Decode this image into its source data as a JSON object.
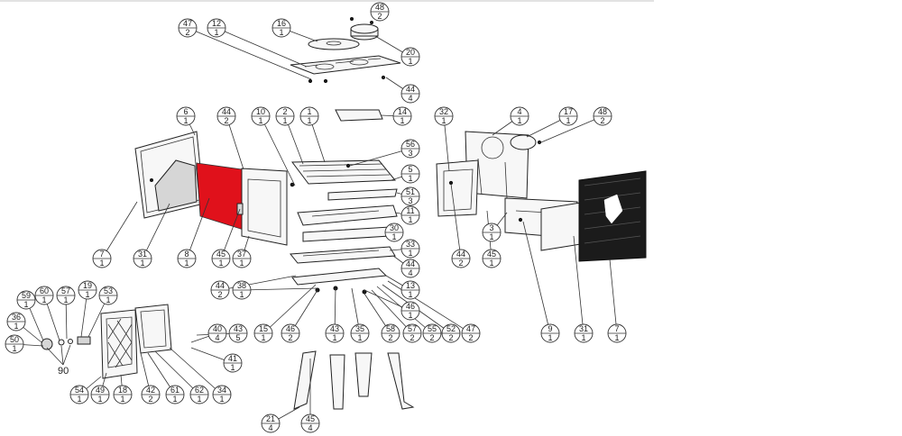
{
  "diagram": {
    "highlight_color": "#e0111b",
    "line_color": "#333333",
    "callouts": [
      {
        "id": "p48a",
        "part": "48",
        "qty": "2"
      },
      {
        "id": "p47a",
        "part": "47",
        "qty": "2"
      },
      {
        "id": "p12",
        "part": "12",
        "qty": "1"
      },
      {
        "id": "p16",
        "part": "16",
        "qty": "1"
      },
      {
        "id": "p20",
        "part": "20",
        "qty": "1"
      },
      {
        "id": "p44a",
        "part": "44",
        "qty": "4"
      },
      {
        "id": "p6",
        "part": "6",
        "qty": "1"
      },
      {
        "id": "p44b",
        "part": "44",
        "qty": "2"
      },
      {
        "id": "p10",
        "part": "10",
        "qty": "1"
      },
      {
        "id": "p2",
        "part": "2",
        "qty": "1"
      },
      {
        "id": "p1",
        "part": "1",
        "qty": "1"
      },
      {
        "id": "p14",
        "part": "14",
        "qty": "1"
      },
      {
        "id": "p56",
        "part": "56",
        "qty": "3"
      },
      {
        "id": "p5",
        "part": "5",
        "qty": "1"
      },
      {
        "id": "p51",
        "part": "51",
        "qty": "3"
      },
      {
        "id": "p11",
        "part": "11",
        "qty": "1"
      },
      {
        "id": "p30",
        "part": "30",
        "qty": "1"
      },
      {
        "id": "p33",
        "part": "33",
        "qty": "1"
      },
      {
        "id": "p44c",
        "part": "44",
        "qty": "4"
      },
      {
        "id": "p13",
        "part": "13",
        "qty": "1"
      },
      {
        "id": "p46a",
        "part": "46",
        "qty": "1"
      },
      {
        "id": "p7a",
        "part": "7",
        "qty": "1"
      },
      {
        "id": "p31a",
        "part": "31",
        "qty": "1"
      },
      {
        "id": "p8",
        "part": "8",
        "qty": "1"
      },
      {
        "id": "p45a",
        "part": "45",
        "qty": "1"
      },
      {
        "id": "p37",
        "part": "37",
        "qty": "1"
      },
      {
        "id": "p44d",
        "part": "44",
        "qty": "2"
      },
      {
        "id": "p38",
        "part": "38",
        "qty": "1"
      },
      {
        "id": "p15",
        "part": "15",
        "qty": "1"
      },
      {
        "id": "p46b",
        "part": "46",
        "qty": "2"
      },
      {
        "id": "p43a",
        "part": "43",
        "qty": "1"
      },
      {
        "id": "p35",
        "part": "35",
        "qty": "1"
      },
      {
        "id": "p58",
        "part": "58",
        "qty": "2"
      },
      {
        "id": "p57a",
        "part": "57",
        "qty": "2"
      },
      {
        "id": "p55",
        "part": "55",
        "qty": "2"
      },
      {
        "id": "p52",
        "part": "52",
        "qty": "2"
      },
      {
        "id": "p47b",
        "part": "47",
        "qty": "2"
      },
      {
        "id": "p32",
        "part": "32",
        "qty": "1"
      },
      {
        "id": "p4",
        "part": "4",
        "qty": "1"
      },
      {
        "id": "p17",
        "part": "17",
        "qty": "1"
      },
      {
        "id": "p48b",
        "part": "48",
        "qty": "2"
      },
      {
        "id": "p44e",
        "part": "44",
        "qty": "2"
      },
      {
        "id": "p3",
        "part": "3",
        "qty": "1"
      },
      {
        "id": "p45b",
        "part": "45",
        "qty": "1"
      },
      {
        "id": "p9",
        "part": "9",
        "qty": "1"
      },
      {
        "id": "p31b",
        "part": "31",
        "qty": "1"
      },
      {
        "id": "p7b",
        "part": "7",
        "qty": "1"
      },
      {
        "id": "p60",
        "part": "60",
        "qty": "1"
      },
      {
        "id": "p57b",
        "part": "57",
        "qty": "1"
      },
      {
        "id": "p19",
        "part": "19",
        "qty": "1"
      },
      {
        "id": "p53",
        "part": "53",
        "qty": "1"
      },
      {
        "id": "p59",
        "part": "59",
        "qty": "1"
      },
      {
        "id": "p36",
        "part": "36",
        "qty": "1"
      },
      {
        "id": "p50",
        "part": "50",
        "qty": "1"
      },
      {
        "id": "p40",
        "part": "40",
        "qty": "4"
      },
      {
        "id": "p43b",
        "part": "43",
        "qty": "5"
      },
      {
        "id": "p41",
        "part": "41",
        "qty": "1"
      },
      {
        "id": "p54",
        "part": "54",
        "qty": "1"
      },
      {
        "id": "p49",
        "part": "49",
        "qty": "1"
      },
      {
        "id": "p18",
        "part": "18",
        "qty": "1"
      },
      {
        "id": "p42",
        "part": "42",
        "qty": "2"
      },
      {
        "id": "p61",
        "part": "61",
        "qty": "1"
      },
      {
        "id": "p62",
        "part": "62",
        "qty": "1"
      },
      {
        "id": "p34",
        "part": "34",
        "qty": "1"
      },
      {
        "id": "p21",
        "part": "21",
        "qty": "4"
      },
      {
        "id": "p45c",
        "part": "45",
        "qty": "4"
      }
    ],
    "group_label": "90"
  }
}
